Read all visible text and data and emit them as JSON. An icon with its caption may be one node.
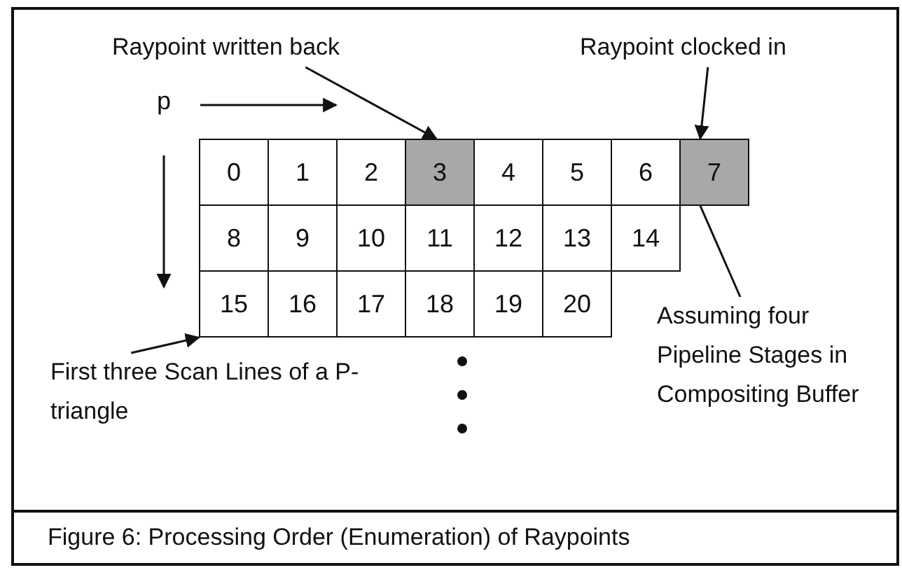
{
  "diagram": {
    "caption": "Figure 6: Processing Order (Enumeration) of Raypoints",
    "nodes": [
      {
        "text": [
          "0"
        ]
      },
      {
        "text": [
          "1"
        ]
      },
      {
        "text": [
          "2"
        ]
      },
      {
        "text": [
          "3"
        ]
      },
      {
        "text": [
          "4"
        ]
      },
      {
        "text": [
          "5"
        ]
      },
      {
        "text": [
          "6"
        ]
      },
      {
        "text": [
          "7"
        ]
      },
      {
        "text": [
          "8"
        ]
      },
      {
        "text": [
          "9"
        ]
      },
      {
        "text": [
          "10"
        ]
      },
      {
        "text": [
          "11"
        ]
      },
      {
        "text": [
          "12"
        ]
      },
      {
        "text": [
          "13"
        ]
      },
      {
        "text": [
          "14"
        ]
      },
      {
        "text": [
          "15"
        ]
      },
      {
        "text": [
          "16"
        ]
      },
      {
        "text": [
          "17"
        ]
      },
      {
        "text": [
          "18"
        ]
      },
      {
        "text": [
          "19"
        ]
      },
      {
        "text": [
          "20"
        ]
      },
      {
        "text": [
          "Raypoint written back"
        ]
      },
      {
        "text": [
          "Raypoint clocked in"
        ]
      },
      {
        "text": [
          "Assuming four Pipeline Stages in Compositing Buffer"
        ]
      },
      {
        "text": [
          "First three Scan Lines of a P-triangle"
        ]
      }
    ],
    "edges": [
      {
        "from": 21,
        "to": 3,
        "arrow": "to"
      },
      {
        "from": 22,
        "to": 7,
        "arrow": "to"
      },
      {
        "from": 23,
        "to": 7,
        "arrow": "none"
      },
      {
        "from": 24,
        "to": 15,
        "arrow": "to"
      }
    ],
    "labels": [
      "p"
    ]
  }
}
